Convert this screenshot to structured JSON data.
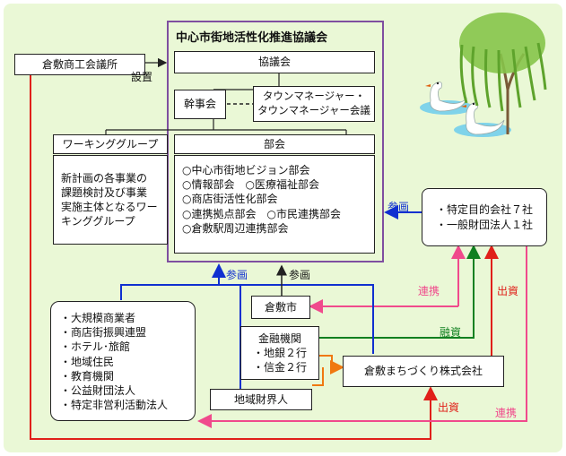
{
  "council": {
    "title": "中心市街地活性化推進協議会",
    "general_assembly": "協議会",
    "steering_committee": "幹事会",
    "town_manager": "タウンマネージャー・\nタウンマネージャー会議",
    "working_group": {
      "title": "ワーキンググループ",
      "description": "新計画の各事業の\n課題検討及び事業\n実施主体となるワー\nキンググループ"
    },
    "subcommittees": {
      "title": "部会",
      "items": [
        "○中心市街地ビジョン部会",
        "○情報部会　○医療福祉部会",
        "○商店街活性化部会",
        "○連携拠点部会　○市民連携部会",
        "○倉敷駅周辺連携部会"
      ]
    }
  },
  "chamber": "倉敷商工会議所",
  "special_corps": "・特定目的会社７社\n・一般財団法人１社",
  "participants": {
    "items": [
      "・大規模商業者",
      "・商店街振興連盟",
      "・ホテル･旅館",
      "・地域住民",
      "・教育機関",
      "・公益財団法人",
      "・特定非営利活動法人"
    ]
  },
  "kurashiki_city": "倉敷市",
  "finance": "金融機関\n・地銀２行\n・信金２行",
  "local_business": "地域財界人",
  "machizukuri": "倉敷まちづくり株式会社",
  "labels": {
    "setchi": "設置",
    "sankaku": "参画",
    "renkei": "連携",
    "yushi": "融資",
    "shusshi": "出資"
  },
  "colors": {
    "council_border": "#7f4fa0",
    "red": "#e0201a",
    "blue": "#1030d0",
    "green": "#108020",
    "orange": "#f07810",
    "pink": "#f04a8c",
    "background": "#eaf8d6"
  }
}
